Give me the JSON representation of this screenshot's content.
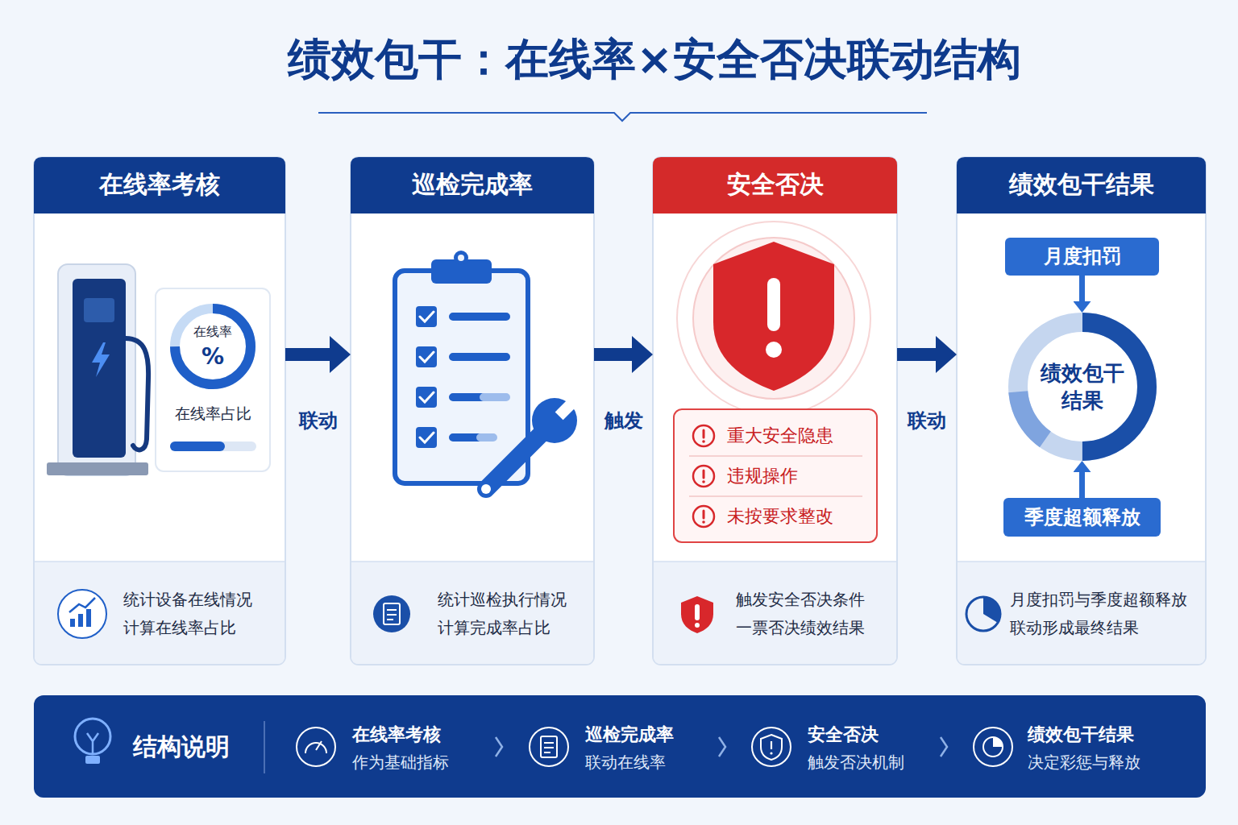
{
  "diagram": {
    "title": "绩效包干：在线率×安全否决联动结构",
    "nodes": [
      {
        "text": [
          "在线率考核",
          "统计设备在线情况 计算在线率占比"
        ]
      },
      {
        "text": [
          "在线率",
          "%",
          "在线率占比"
        ],
        "in": 0
      },
      {
        "text": [
          "巡检完成率",
          "统计巡检执行情况 计算完成率占比"
        ]
      },
      {
        "text": [
          "安全否决",
          "触发安全否决条件 一票否决绩效结果"
        ]
      },
      {
        "text": [
          "重大安全隐患",
          "违规操作",
          "未按要求整改"
        ],
        "in": 3
      },
      {
        "text": [
          "绩效包干结果",
          "月度扣罚与季度超额释放 联动形成最终结果"
        ]
      },
      {
        "text": [
          "月度扣罚"
        ],
        "in": 5
      },
      {
        "text": [
          "绩效包干 结果"
        ],
        "in": 5
      },
      {
        "text": [
          "季度超额释放"
        ],
        "in": 5
      },
      {
        "text": [
          "结构说明",
          "在线率考核",
          "作为基础指标",
          "巡检完成率",
          "联动在线率",
          "安全否决",
          "触发否决机制",
          "绩效包干结果",
          "决定彩惩与释放"
        ]
      }
    ],
    "edges": [
      {
        "from": 0,
        "to": 2,
        "label": "联动",
        "arrow": "to"
      },
      {
        "from": 2,
        "to": 3,
        "label": "触发",
        "arrow": "to"
      },
      {
        "from": 3,
        "to": 5,
        "label": "联动",
        "arrow": "to"
      },
      {
        "from": 6,
        "to": 7,
        "arrow": "to"
      },
      {
        "from": 8,
        "to": 7,
        "arrow": "to"
      }
    ]
  }
}
